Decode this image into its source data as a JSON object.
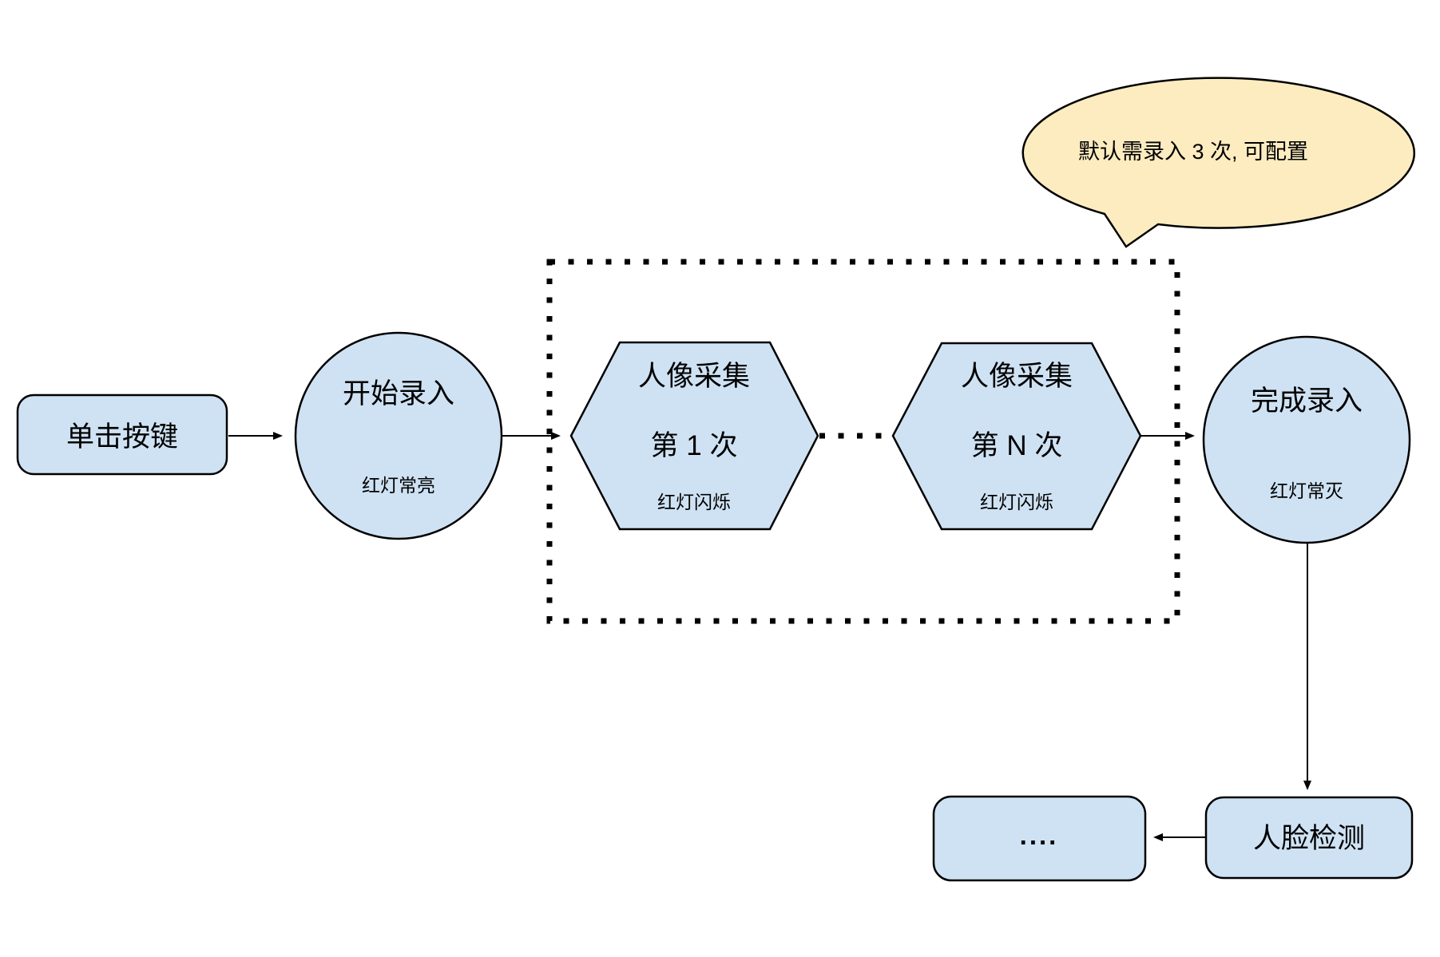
{
  "colors": {
    "background": "#ffffff",
    "shape_fill": "#cfe2f3",
    "shape_stroke": "#000000",
    "bubble_fill": "#fcecc0"
  },
  "callout": {
    "text": "默认需录入 3 次, 可配置"
  },
  "nodes": {
    "click_button": {
      "label": "单击按键"
    },
    "start_enroll": {
      "label": "开始录入",
      "sublabel": "红灯常亮"
    },
    "capture_first": {
      "label": "人像采集",
      "label2": "第 1 次",
      "sublabel": "红灯闪烁"
    },
    "capture_nth": {
      "label": "人像采集",
      "label2": "第 N 次",
      "sublabel": "红灯闪烁"
    },
    "finish_enroll": {
      "label": "完成录入",
      "sublabel": "红灯常灭"
    },
    "face_detect": {
      "label": "人脸检测"
    },
    "ellipsis_box": {
      "label": "...."
    }
  }
}
